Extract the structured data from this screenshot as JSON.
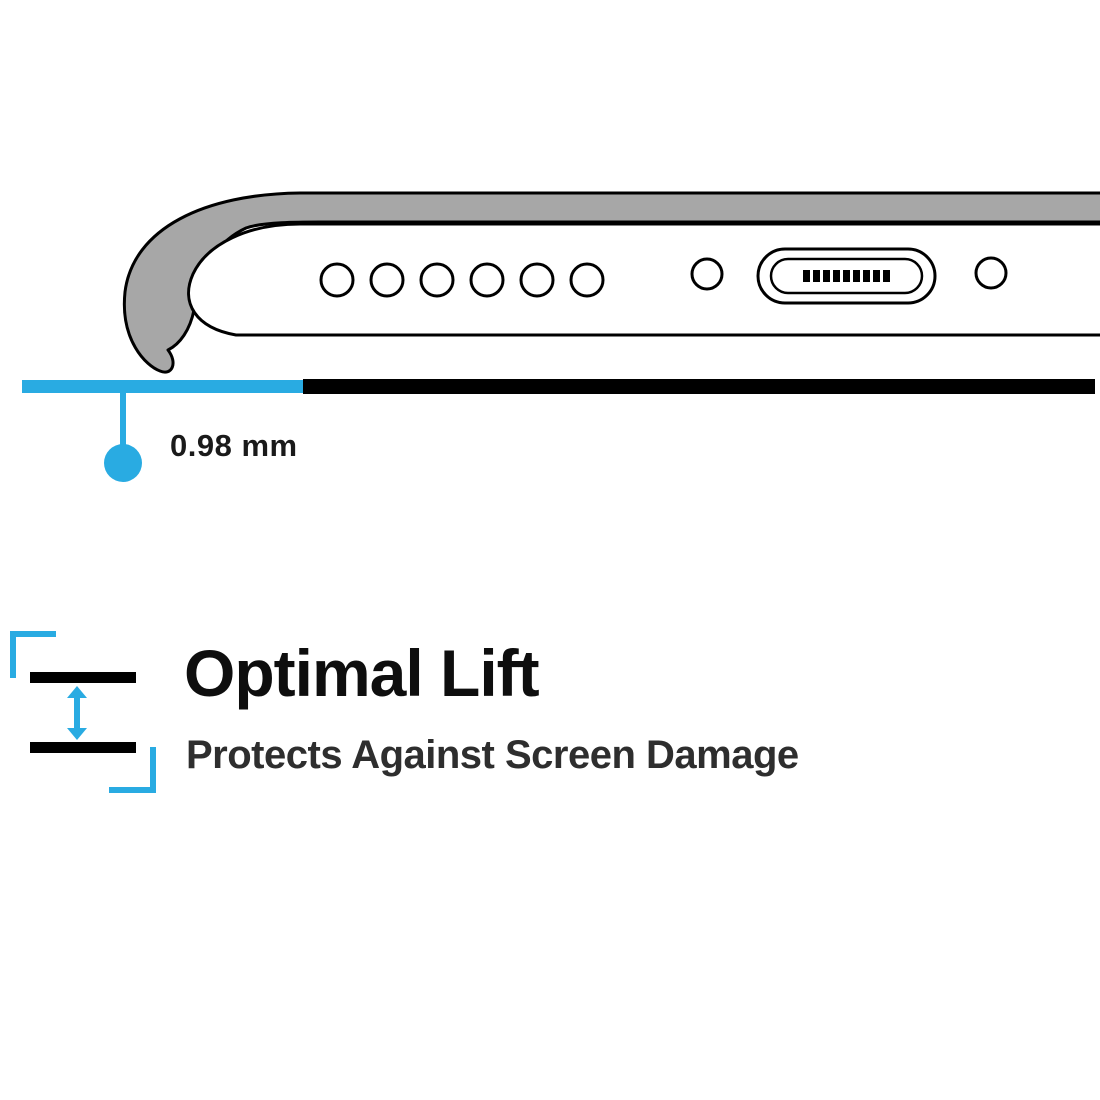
{
  "colors": {
    "accent_cyan": "#29abe2",
    "case_gray": "#a7a7a7",
    "line_black": "#000000"
  },
  "measurement": {
    "label": "0.98 mm"
  },
  "feature": {
    "title": "Optimal Lift",
    "subtitle": "Protects Against Screen Damage"
  }
}
